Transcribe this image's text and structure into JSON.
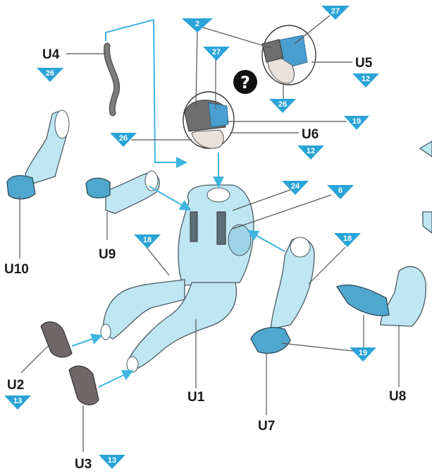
{
  "parts": {
    "u1": "U1",
    "u2": "U2",
    "u3": "U3",
    "u4": "U4",
    "u5": "U5",
    "u6": "U6",
    "u7": "U7",
    "u8": "U8",
    "u9": "U9",
    "u10": "U10"
  },
  "badges": {
    "b2": "2",
    "b27_top": "27",
    "b27_mid": "27",
    "b26_u4": "26",
    "b12_u5": "12",
    "b26_u5": "26",
    "b19_u6": "19",
    "b26_u6": "26",
    "b12_u6": "12",
    "b24": "24",
    "b6": "6",
    "b18_body": "18",
    "b18_arm": "18",
    "b19_u7": "19",
    "b13_u2": "13",
    "b13_u3": "13"
  },
  "help_symbol": "?",
  "colors": {
    "badge": "#2aa3d8",
    "suit": "#bfe6f3",
    "glove": "#4fa7cd",
    "arrow": "#3fb4e0"
  }
}
